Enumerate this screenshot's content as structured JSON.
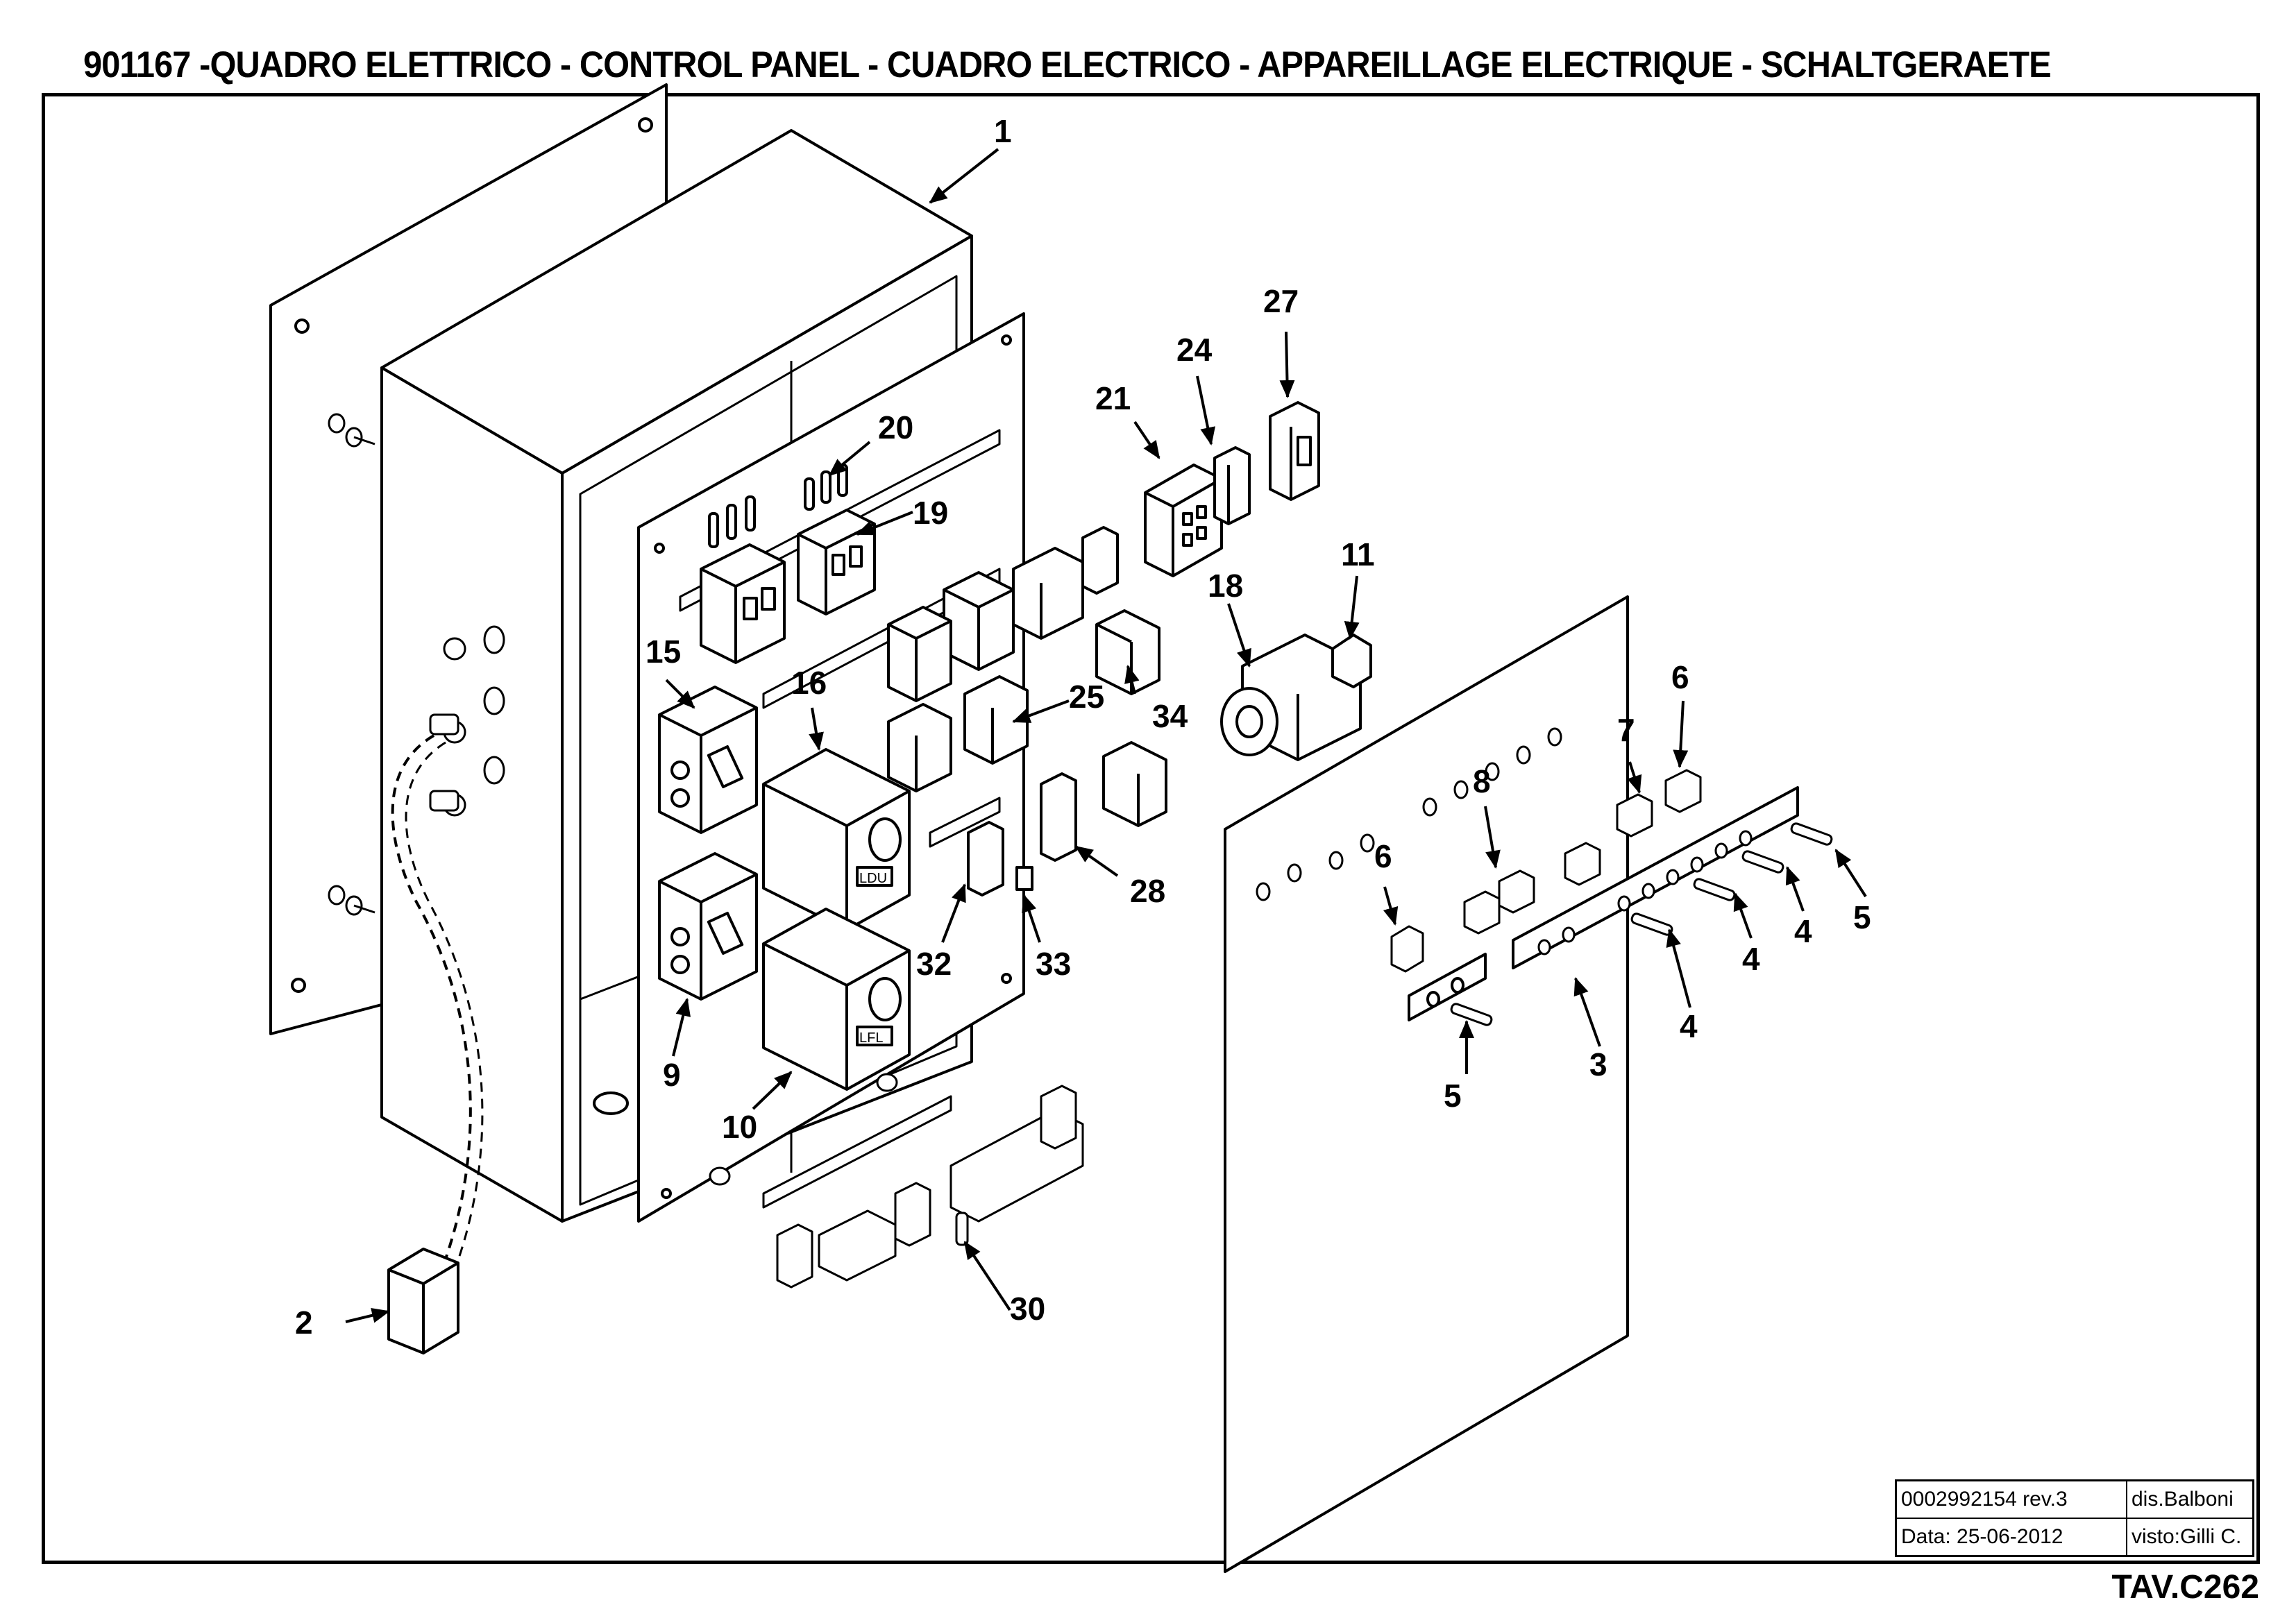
{
  "sheet": {
    "title": "901167 -QUADRO ELETTRICO - CONTROL PANEL - CUADRO ELECTRICO - APPAREILLAGE ELECTRIQUE - SCHALTGERAETE",
    "table_ref": "TAV.C262"
  },
  "title_block": {
    "drawing_number": "0002992154 rev.3",
    "drawn_by": "dis.Balboni",
    "date": "Data:  25-06-2012",
    "checked_by": "visto:Gilli C."
  },
  "labels": {
    "ldu": "LDU",
    "lfl": "LFL"
  },
  "callouts": {
    "c1": "1",
    "c2": "2",
    "c3": "3",
    "c4a": "4",
    "c4b": "4",
    "c4c": "4",
    "c5a": "5",
    "c5b": "5",
    "c6a": "6",
    "c6b": "6",
    "c7": "7",
    "c8": "8",
    "c9": "9",
    "c10": "10",
    "c11": "11",
    "c15": "15",
    "c16": "16",
    "c18": "18",
    "c19": "19",
    "c20": "20",
    "c21": "21",
    "c24": "24",
    "c25": "25",
    "c27": "27",
    "c28": "28",
    "c30": "30",
    "c32": "32",
    "c33": "33",
    "c34": "34"
  }
}
